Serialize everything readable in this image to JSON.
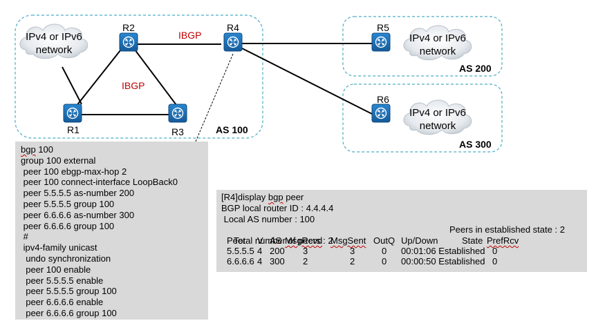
{
  "routers": [
    "R1",
    "R2",
    "R3",
    "R4",
    "R5",
    "R6"
  ],
  "clouds": {
    "left": [
      "IPv4 or IPv6",
      "network"
    ],
    "r5": [
      "IPv4 or IPv6",
      "network"
    ],
    "r6": [
      "IPv4 or IPv6",
      "network"
    ]
  },
  "as_labels": {
    "as100": "AS 100",
    "as200": "AS 200",
    "as300": "AS 300"
  },
  "link_labels": {
    "ibgp_top": "IBGP",
    "ibgp_mid": "IBGP"
  },
  "config_left": [
    "bgp 100",
    "group 100 external",
    " peer 100 ebgp-max-hop 2",
    " peer 100 connect-interface LoopBack0",
    " peer 5.5.5.5 as-number 200",
    " peer 5.5.5.5 group 100",
    " peer 6.6.6.6 as-number 300",
    " peer 6.6.6.6 group 100",
    " #",
    " ipv4-family unicast",
    "  undo synchronization",
    "  peer 100 enable",
    "  peer 5.5.5.5 enable",
    "  peer 5.5.5.5 group 100",
    "  peer 6.6.6.6 enable",
    "  peer 6.6.6.6 group 100"
  ],
  "display": {
    "command_prefix": "[R4]display ",
    "command_keyword": "bgp",
    "command_suffix": " peer",
    "router_id": "BGP local router ID : 4.4.4.4",
    "local_as": " Local AS number : 100",
    "total_peers": " Total number of peers : 2",
    "established": "Peers in established state : 2",
    "headers": [
      "Peer",
      "V",
      "AS",
      "MsgRcvd",
      "MsgSent",
      "OutQ",
      "Up/Down",
      "State",
      "PrefRcv"
    ],
    "rows": [
      [
        "5.5.5.5",
        "4",
        "200",
        "3",
        "3",
        "0",
        "00:01:06",
        "Established",
        "0"
      ],
      [
        "6.6.6.6",
        "4",
        "300",
        "2",
        "2",
        "0",
        "00:00:50",
        "Established",
        "0"
      ]
    ]
  },
  "colors": {
    "router_fill": "#1f6fb5",
    "as_border": "#4bacc6",
    "ibgp_text": "#c00000",
    "panel_bg": "#d9d9d9"
  }
}
